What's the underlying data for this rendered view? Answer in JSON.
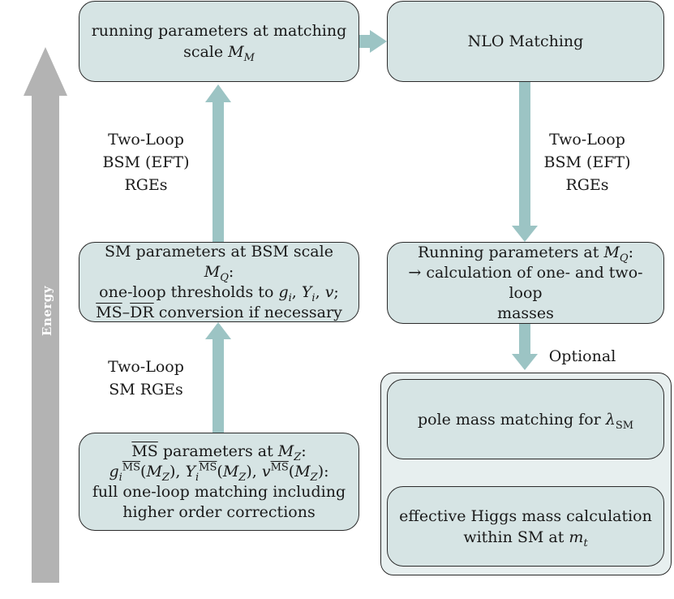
{
  "energy_axis": {
    "label": "Energy",
    "color": "#b3b3b3"
  },
  "colors": {
    "box_fill": "#d6e4e4",
    "arrow": "#9cc4c4",
    "group_fill": "#e7efef"
  },
  "boxes": {
    "running_matching": {
      "line1": "running parameters at matching",
      "line2_text": "scale",
      "line2_math": "M",
      "line2_sub": "M"
    },
    "nlo_matching": {
      "text": "NLO Matching"
    },
    "sm_bsm": {
      "line1_text": "SM parameters at BSM scale",
      "line1_math": "M",
      "line1_sub": "Q",
      "line1_suffix": ":",
      "line2_prefix": "one-loop thresholds to",
      "line2_g": "g",
      "line2_gsub": "i",
      "line2_y": "Y",
      "line2_ysub": "i",
      "line2_v": "v",
      "line2_suffix": ";",
      "line3_ms": "MS",
      "line3_dash": "–",
      "line3_dr": "DR",
      "line3_rest": " conversion if necessary"
    },
    "running_mq": {
      "line1_text": "Running parameters at",
      "line1_math": "M",
      "line1_sub": "Q",
      "line1_suffix": ":",
      "line2": "→ calculation of one- and two-loop",
      "line3": "masses"
    },
    "msbar_mz": {
      "line1_ms": "MS",
      "line1_rest": " parameters at",
      "line1_math": "M",
      "line1_sub": "Z",
      "line1_suffix": ":",
      "line2_g": "g",
      "line2_i": "i",
      "line2_ms": "MS",
      "line2_arg": "(M",
      "line2_argsub": "Z",
      "line2_close": "),",
      "line2_y": "Y",
      "line2_v": "v",
      "line2_end": "):",
      "line3": "full one-loop matching including",
      "line4": "higher order corrections"
    },
    "pole_mass": {
      "text": "pole mass matching for",
      "math": "λ",
      "sub": "SM"
    },
    "effective_higgs": {
      "line1": "effective Higgs mass calculation",
      "line2_text": "within SM at",
      "line2_math": "m",
      "line2_sub": "t"
    }
  },
  "labels": {
    "left_upper": [
      "Two-Loop",
      "BSM (EFT)",
      "RGEs"
    ],
    "right_upper": [
      "Two-Loop",
      "BSM (EFT)",
      "RGEs"
    ],
    "left_lower": [
      "Two-Loop",
      "SM RGEs"
    ],
    "optional": "Optional"
  }
}
